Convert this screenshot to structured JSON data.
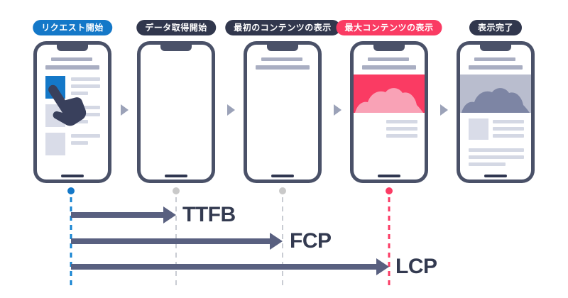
{
  "title": "Page load timeline diagram (TTFB / FCP / LCP)",
  "stages": [
    {
      "label": "リクエスト開始",
      "badge_color": "#1478c8",
      "dot_color": "#1478c8",
      "screen_state": "page with tap cursor"
    },
    {
      "label": "データ取得開始",
      "badge_color": "#31374d",
      "dot_color": "#c9c9c9",
      "screen_state": "blank"
    },
    {
      "label": "最初のコンテンツの表示",
      "badge_color": "#31374d",
      "dot_color": "#c9c9c9",
      "screen_state": "first text lines"
    },
    {
      "label": "最大コンテンツの表示",
      "badge_color": "#fa3b63",
      "dot_color": "#fa3b63",
      "screen_state": "hero image highlighted"
    },
    {
      "label": "表示完了",
      "badge_color": "#31374d",
      "dot_color": null,
      "screen_state": "fully rendered"
    }
  ],
  "metrics": [
    {
      "label": "TTFB",
      "from": "リクエスト開始",
      "to": "データ取得開始"
    },
    {
      "label": "FCP",
      "from": "リクエスト開始",
      "to": "最初のコンテンツの表示"
    },
    {
      "label": "LCP",
      "from": "リクエスト開始",
      "to": "最大コンテンツの表示"
    }
  ],
  "colors": {
    "accent_blue": "#1478c8",
    "accent_pink": "#fa3b63",
    "badge_dark": "#31374d",
    "phone_frame": "#4a5168",
    "arrow_slate": "#596080",
    "metric_text": "#333a50",
    "skeleton_dark": "#a9aec2",
    "skeleton_light": "#d4d8e4",
    "gray_dot": "#c9c9c9",
    "hero_gray": "#b9bdce",
    "hero_gray_blob": "#7d85a4",
    "hero_pink_blob": "#f9a2b6"
  }
}
